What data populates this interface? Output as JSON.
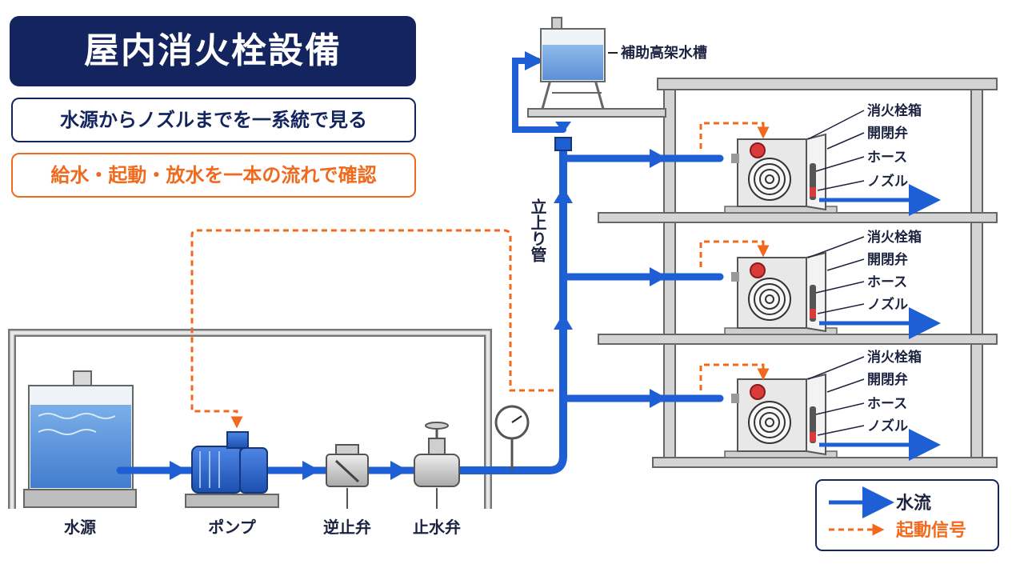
{
  "title": "屋内消火栓設備",
  "subtitle_1": "水源からノズルまでを一系統で見る",
  "subtitle_2": "給水・起動・放水を一本の流れで確認",
  "components": {
    "water_source": "水源",
    "pump": "ポンプ",
    "check_valve": "逆止弁",
    "stop_valve": "止水弁",
    "riser": "立上り管",
    "aux_tank": "補助高架水槽"
  },
  "cabinet_labels": {
    "box": "消火栓箱",
    "valve": "開閉弁",
    "hose": "ホース",
    "nozzle": "ノズル"
  },
  "legend": {
    "water_flow": "水流",
    "start_signal": "起動信号"
  },
  "colors": {
    "title_bg": "#13245e",
    "water_flow": "#1e5fd6",
    "start_signal": "#f06a1e",
    "structure": "#6b6b6b"
  }
}
